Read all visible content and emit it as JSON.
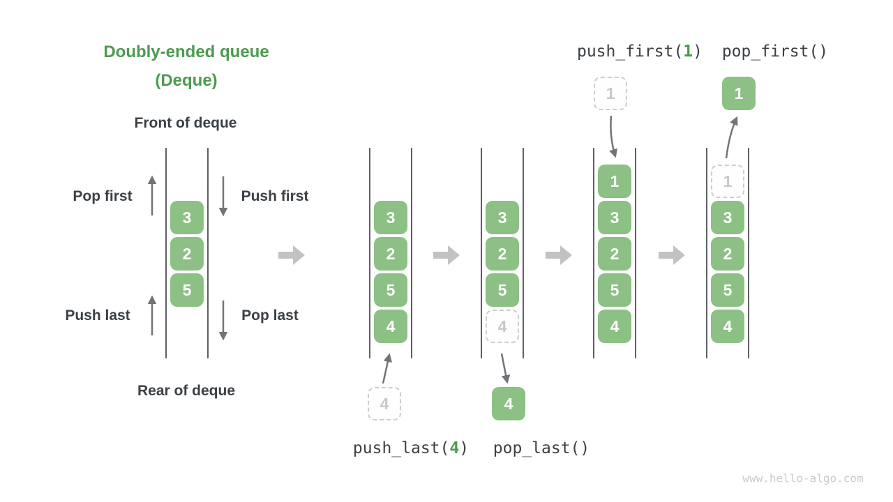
{
  "title": {
    "line1": "Doubly-ended queue",
    "line2": "(Deque)"
  },
  "labels": {
    "front": "Front of deque",
    "rear": "Rear of deque",
    "pop_first": "Pop first",
    "push_first": "Push first",
    "push_last": "Push last",
    "pop_last": "Pop last"
  },
  "operations": {
    "push_last": {
      "prefix": "push_last(",
      "arg": "4",
      "suffix": ")"
    },
    "pop_last": {
      "label": "pop_last()"
    },
    "push_first": {
      "prefix": "push_first(",
      "arg": "1",
      "suffix": ")"
    },
    "pop_first": {
      "label": "pop_first()"
    }
  },
  "deques": {
    "d1": {
      "c1": "3",
      "c2": "2",
      "c3": "5"
    },
    "d2": {
      "c1": "3",
      "c2": "2",
      "c3": "5",
      "c4": "4"
    },
    "d3": {
      "c1": "3",
      "c2": "2",
      "c3": "5",
      "c4": "4"
    },
    "d4": {
      "c0": "1",
      "c1": "3",
      "c2": "2",
      "c3": "5",
      "c4": "4"
    },
    "d5": {
      "c0": "1",
      "c1": "3",
      "c2": "2",
      "c3": "5",
      "c4": "4"
    }
  },
  "floating": {
    "push_last_in": "4",
    "pop_last_out": "4",
    "push_first_in": "1",
    "pop_first_out": "1"
  },
  "watermark": "www.hello-algo.com",
  "icons": {
    "flow_arrow": "right-block-arrow",
    "pop_first_arrow": "up-arrow",
    "push_first_arrow": "down-arrow",
    "push_last_arrow": "up-arrow",
    "pop_last_arrow": "down-arrow"
  },
  "colors": {
    "box_green": "#8cc084",
    "accent_green": "#4c9b50",
    "text_dark": "#3b4045",
    "arrow_gray": "#707478",
    "wall_gray": "#5d6165",
    "flow_arrow_gray": "#c2c2c2",
    "dashed_gray": "#cdcdcd",
    "watermark_gray": "#cbcbcb"
  }
}
